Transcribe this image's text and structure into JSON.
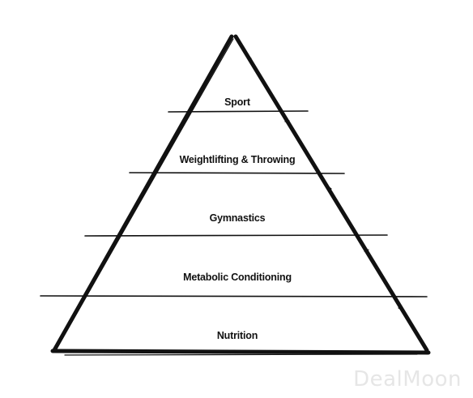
{
  "diagram": {
    "tiers": [
      {
        "label": "Sport"
      },
      {
        "label": "Weightlifting & Throwing"
      },
      {
        "label": "Gymnastics"
      },
      {
        "label": "Metabolic Conditioning"
      },
      {
        "label": "Nutrition"
      }
    ]
  },
  "watermark": {
    "text": "DealMoon"
  },
  "colors": {
    "stroke": "#111111",
    "background": "#ffffff",
    "watermark": "#e6e6e6"
  }
}
